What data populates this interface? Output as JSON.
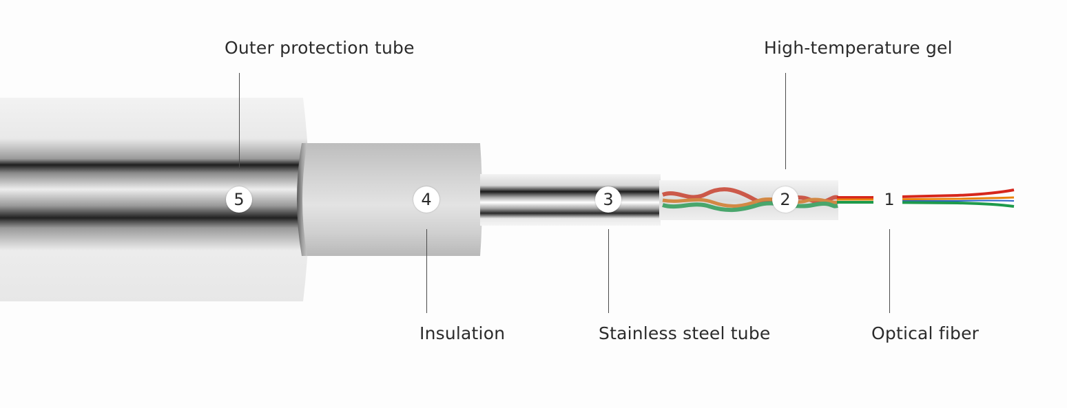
{
  "layers": [
    {
      "number": "5",
      "label": "Outer protection tube"
    },
    {
      "number": "4",
      "label": "Insulation"
    },
    {
      "number": "3",
      "label": "Stainless steel tube"
    },
    {
      "number": "2",
      "label": "High-temperature gel"
    },
    {
      "number": "1",
      "label": "Optical fiber"
    }
  ],
  "colors": {
    "background": "#fdfdfd",
    "outer_tube": "#ececec",
    "insulation": "#d9d9d9",
    "steel_tube": "#e6e6e6",
    "gel": "#ececec",
    "fiber_red": "#d6271c",
    "fiber_orange": "#e8830f",
    "fiber_green": "#1e9a4b",
    "fiber_blue": "#2a63c8"
  }
}
